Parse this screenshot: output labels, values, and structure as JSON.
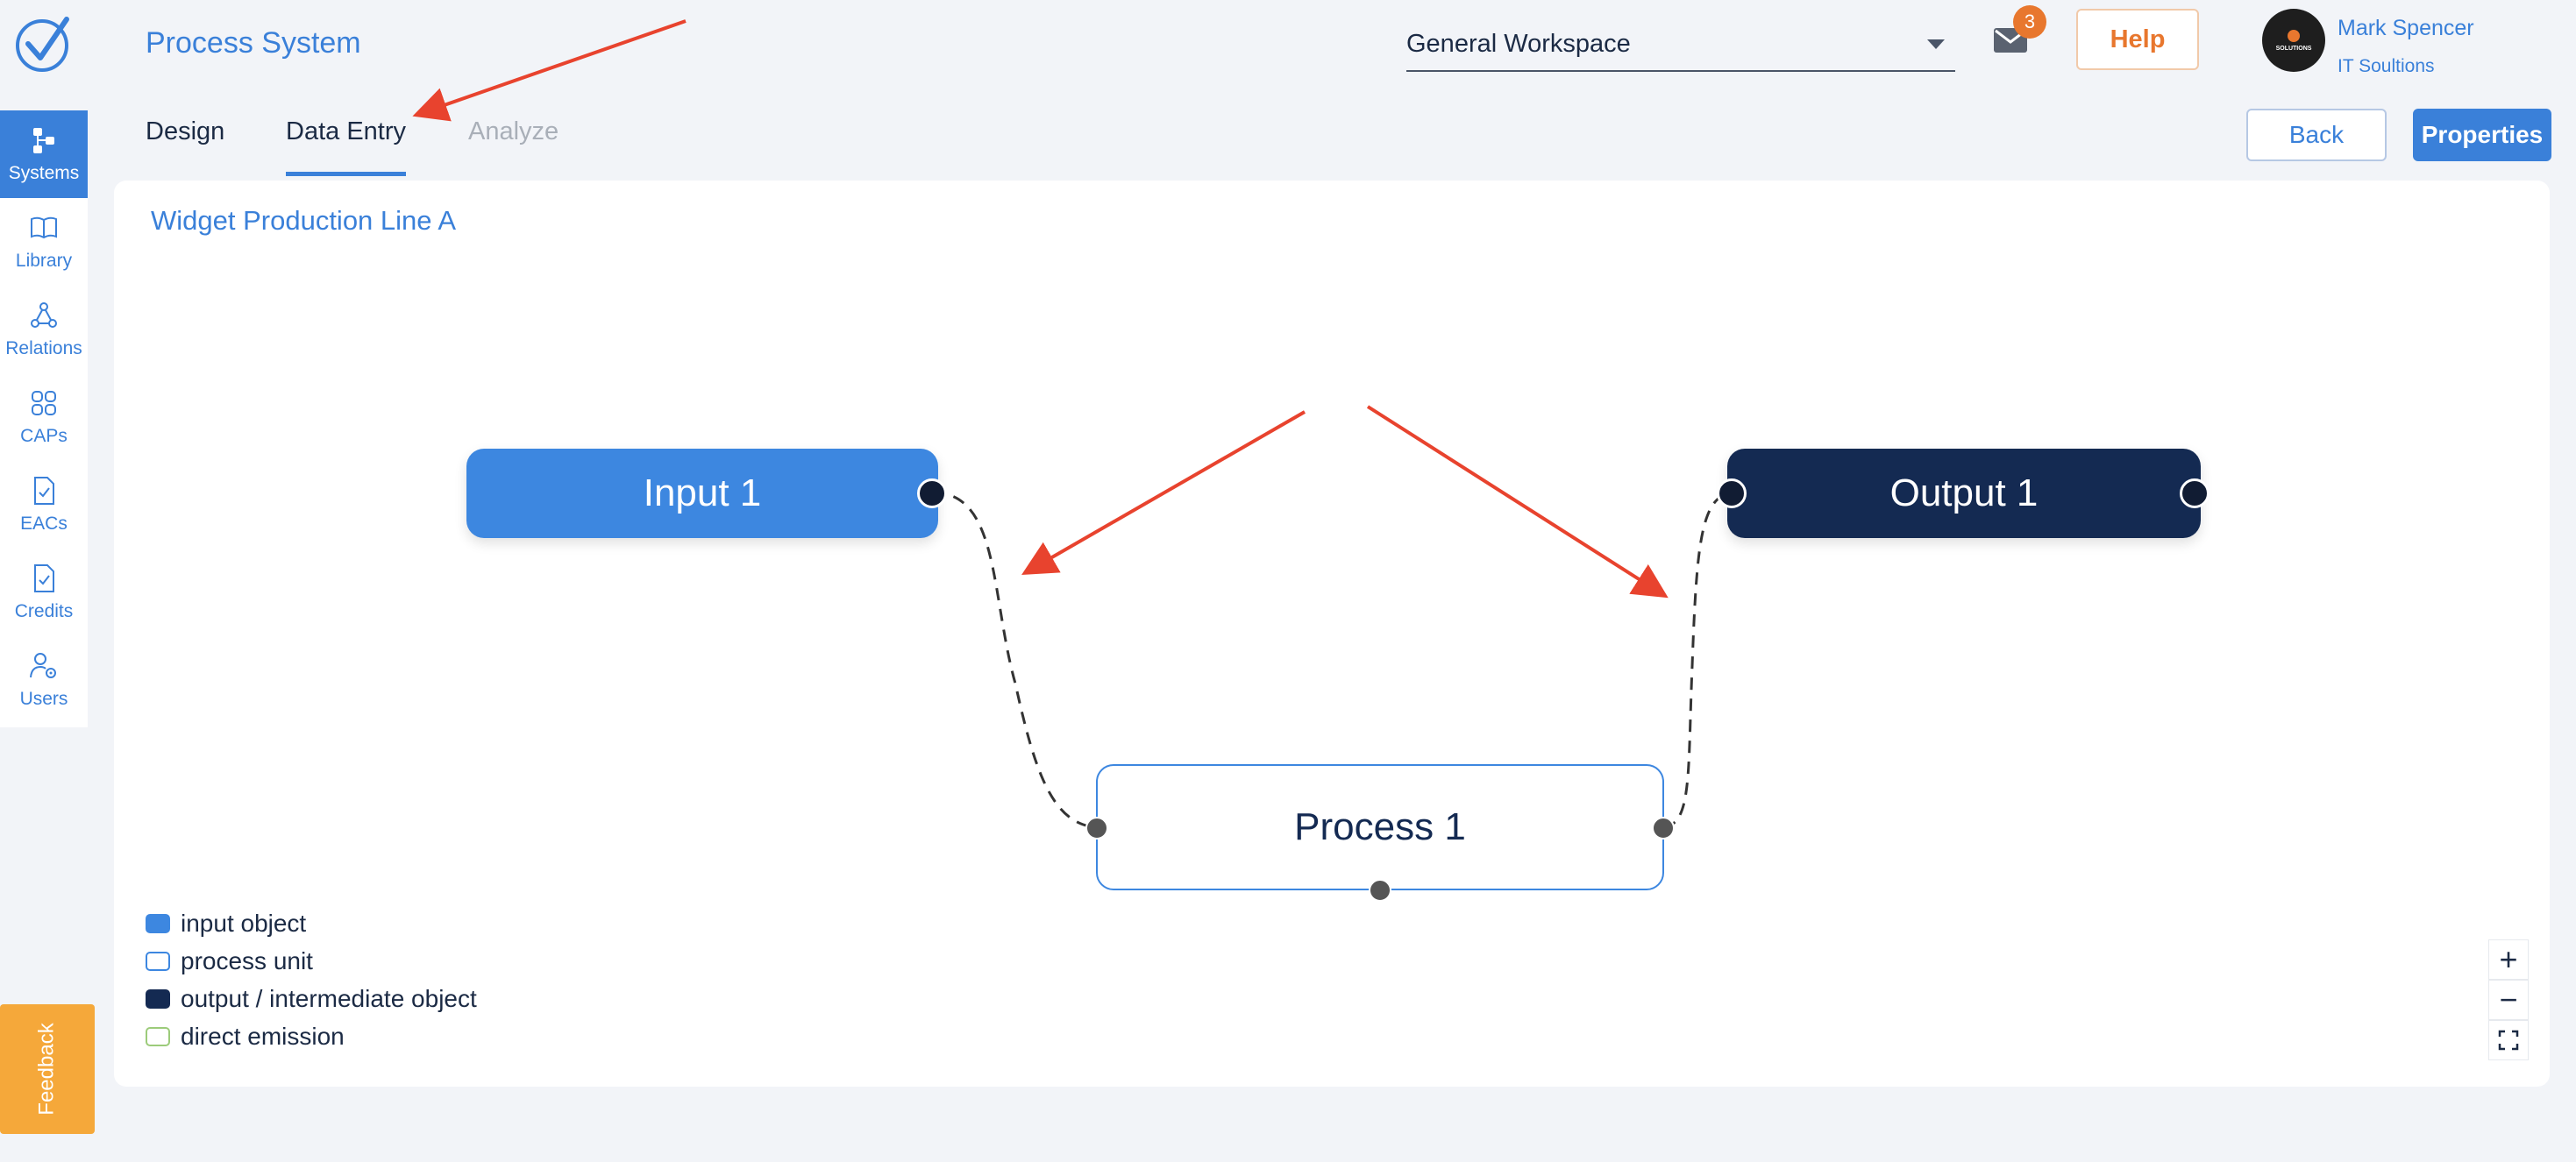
{
  "app": {
    "title": "Process System"
  },
  "sidebar": {
    "items": [
      {
        "label": "Systems",
        "icon": "systems-icon",
        "active": true
      },
      {
        "label": "Library",
        "icon": "book-icon"
      },
      {
        "label": "Relations",
        "icon": "relations-icon"
      },
      {
        "label": "CAPs",
        "icon": "grid-icon"
      },
      {
        "label": "EACs",
        "icon": "document-check-icon"
      },
      {
        "label": "Credits",
        "icon": "document-check-icon"
      },
      {
        "label": "Users",
        "icon": "user-gear-icon"
      }
    ],
    "feedback_label": "Feedback"
  },
  "header": {
    "workspace": "General Workspace",
    "mail_badge": "3",
    "help_label": "Help",
    "user": {
      "name": "Mark Spencer",
      "org": "IT Soultions",
      "avatar_text": "SOLUTIONS"
    }
  },
  "tabs": [
    {
      "label": "Design"
    },
    {
      "label": "Data Entry",
      "active": true
    },
    {
      "label": "Analyze",
      "disabled": true
    }
  ],
  "actions": {
    "back_label": "Back",
    "properties_label": "Properties"
  },
  "canvas": {
    "title": "Widget Production Line A",
    "nodes": {
      "input": "Input 1",
      "process": "Process 1",
      "output": "Output 1"
    }
  },
  "legend": [
    {
      "label": "input object",
      "color": "#3d87e0"
    },
    {
      "label": "process unit",
      "color": "#ffffff"
    },
    {
      "label": "output / intermediate object",
      "color": "#142a52"
    },
    {
      "label": "direct emission",
      "color": "#ffffff"
    }
  ],
  "zoom_controls": {
    "in": "+",
    "out": "−"
  },
  "colors": {
    "accent": "#3a80d9",
    "annotation_arrow": "#e8432e",
    "help": "#e8772e"
  }
}
